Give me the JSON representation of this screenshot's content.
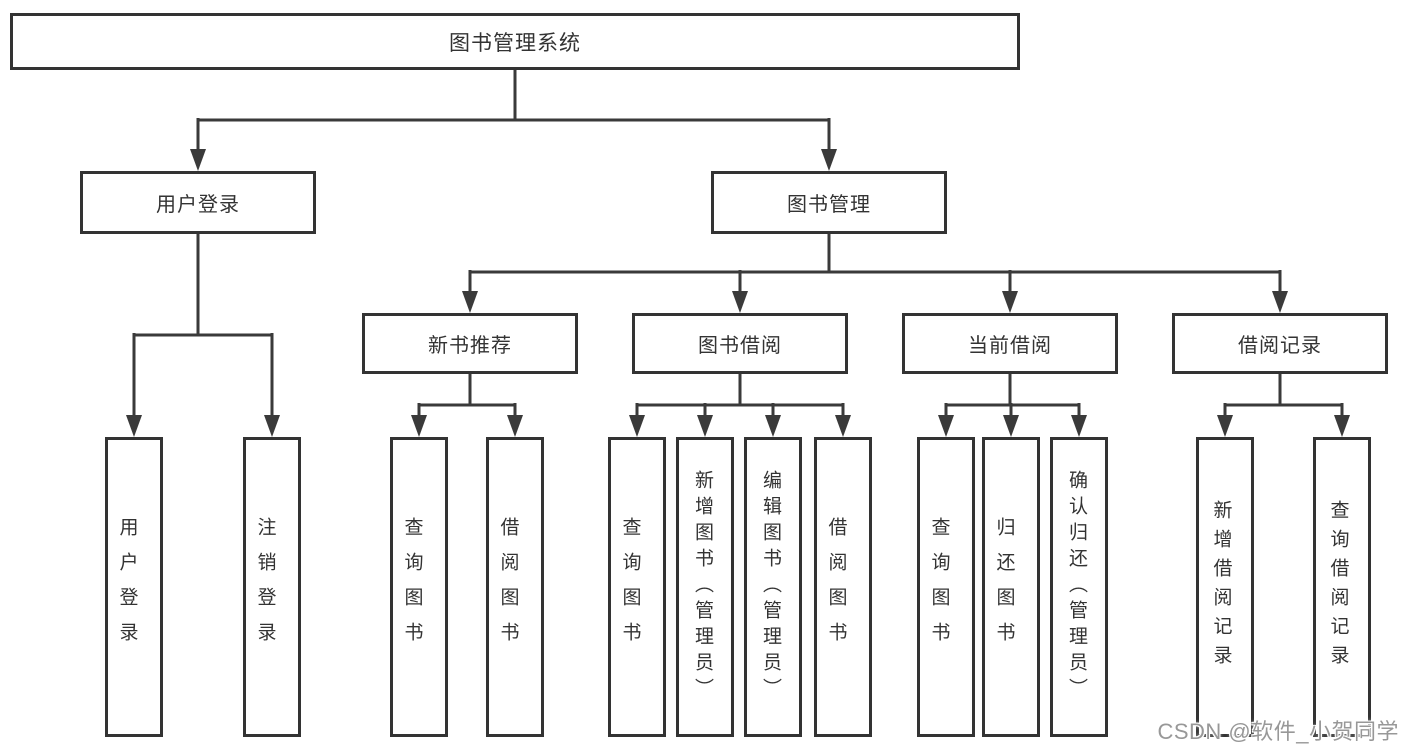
{
  "tree": {
    "root": "图书管理系统",
    "login": {
      "label": "用户登录",
      "children": [
        "用户登录",
        "注销登录"
      ]
    },
    "mgmt": {
      "label": "图书管理",
      "groups": [
        {
          "label": "新书推荐",
          "children": [
            "查询图书",
            "借阅图书"
          ]
        },
        {
          "label": "图书借阅",
          "children": [
            "查询图书",
            "新增图书（管理员）",
            "编辑图书（管理员）",
            "借阅图书"
          ]
        },
        {
          "label": "当前借阅",
          "children": [
            "查询图书",
            "归还图书",
            "确认归还（管理员）"
          ]
        },
        {
          "label": "借阅记录",
          "children": [
            "新增借阅记录",
            "查询借阅记录"
          ]
        }
      ]
    }
  },
  "watermark": "CSDN @软件_小贺同学",
  "colors": {
    "line": "#3a3a3a",
    "box_border": "#333333",
    "text": "#333333",
    "watermark": "#989898",
    "background": "#ffffff"
  }
}
